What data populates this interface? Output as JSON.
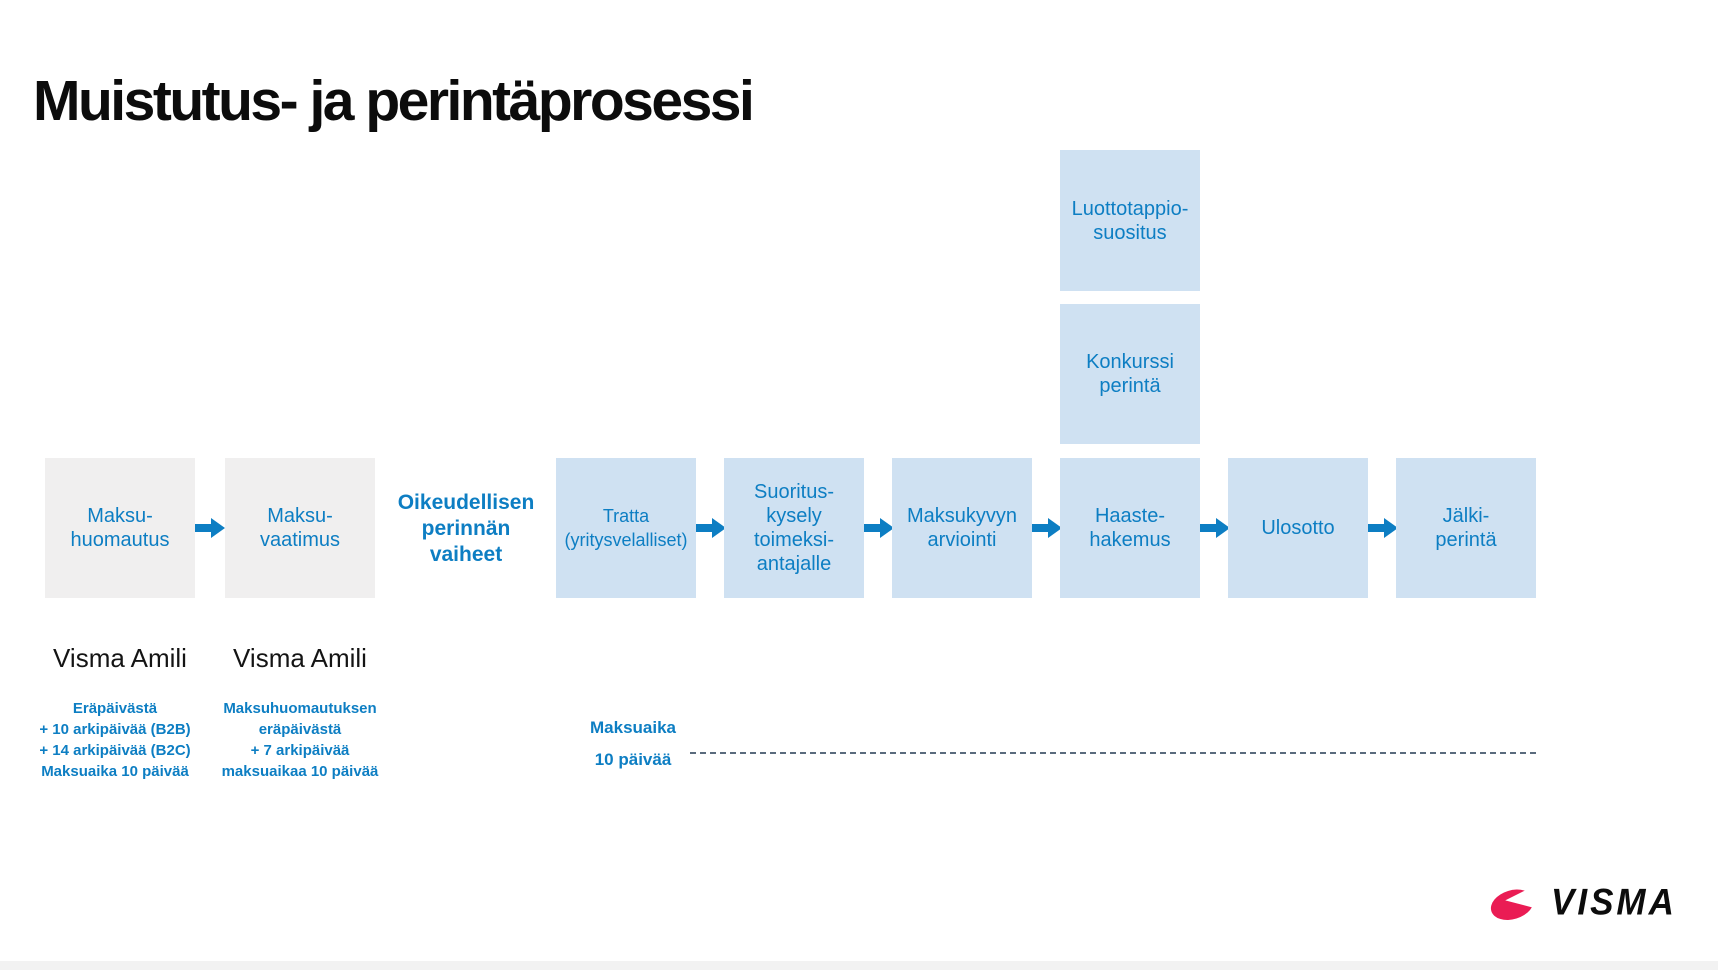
{
  "title": "Muistutus- ja perintäprosessi",
  "process": {
    "gray_boxes": [
      {
        "label": "Maksu-\nhuomautus"
      },
      {
        "label": "Maksu-\nvaatimus"
      }
    ],
    "legal_heading": "Oikeudellisen\nperinnän\nvaiheet",
    "blue_boxes": [
      {
        "label": "Tratta\n(yritysvelalliset)"
      },
      {
        "label": "Suoritus-\nkysely\ntoimeksi-\nantajalle"
      },
      {
        "label": "Maksukyvyn\narviointi"
      },
      {
        "label": "Haaste-\nhakemus"
      },
      {
        "label": "Ulosotto"
      },
      {
        "label": "Jälki-\nperintä"
      }
    ],
    "stacked_boxes": [
      {
        "label": "Luottotappio-\nsuositus"
      },
      {
        "label": "Konkurssi\nperintä"
      }
    ]
  },
  "annotations": {
    "amili_1": {
      "product": "Visma Amili",
      "details": "Eräpäivästä\n+ 10 arkipäivää (B2B)\n+ 14 arkipäivää (B2C)\nMaksuaika 10 päivää"
    },
    "amili_2": {
      "product": "Visma Amili",
      "details": "Maksuhuomautuksen\neräpäivästä\n+ 7 arkipäivää\nmaksuaikaa 10 päivää"
    },
    "payment_term": "Maksuaika\n10 päivää"
  },
  "logo": {
    "text": "VISMA"
  },
  "colors": {
    "accent_blue": "#0d7ec3",
    "box_light_blue": "#cfe1f2",
    "box_gray": "#f0efef",
    "logo_pink": "#ea1c54",
    "dash_gray": "#5a6b7d",
    "title_black": "#0c0c0c"
  }
}
